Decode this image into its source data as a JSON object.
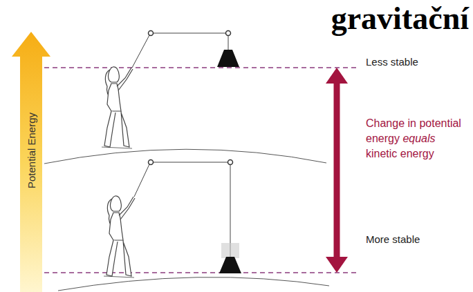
{
  "diagram": {
    "title": "gravitační",
    "labels": [
      "Potential Energy",
      "Less stable",
      "Change in potential energy equals kinetic energy",
      "More stable"
    ]
  }
}
